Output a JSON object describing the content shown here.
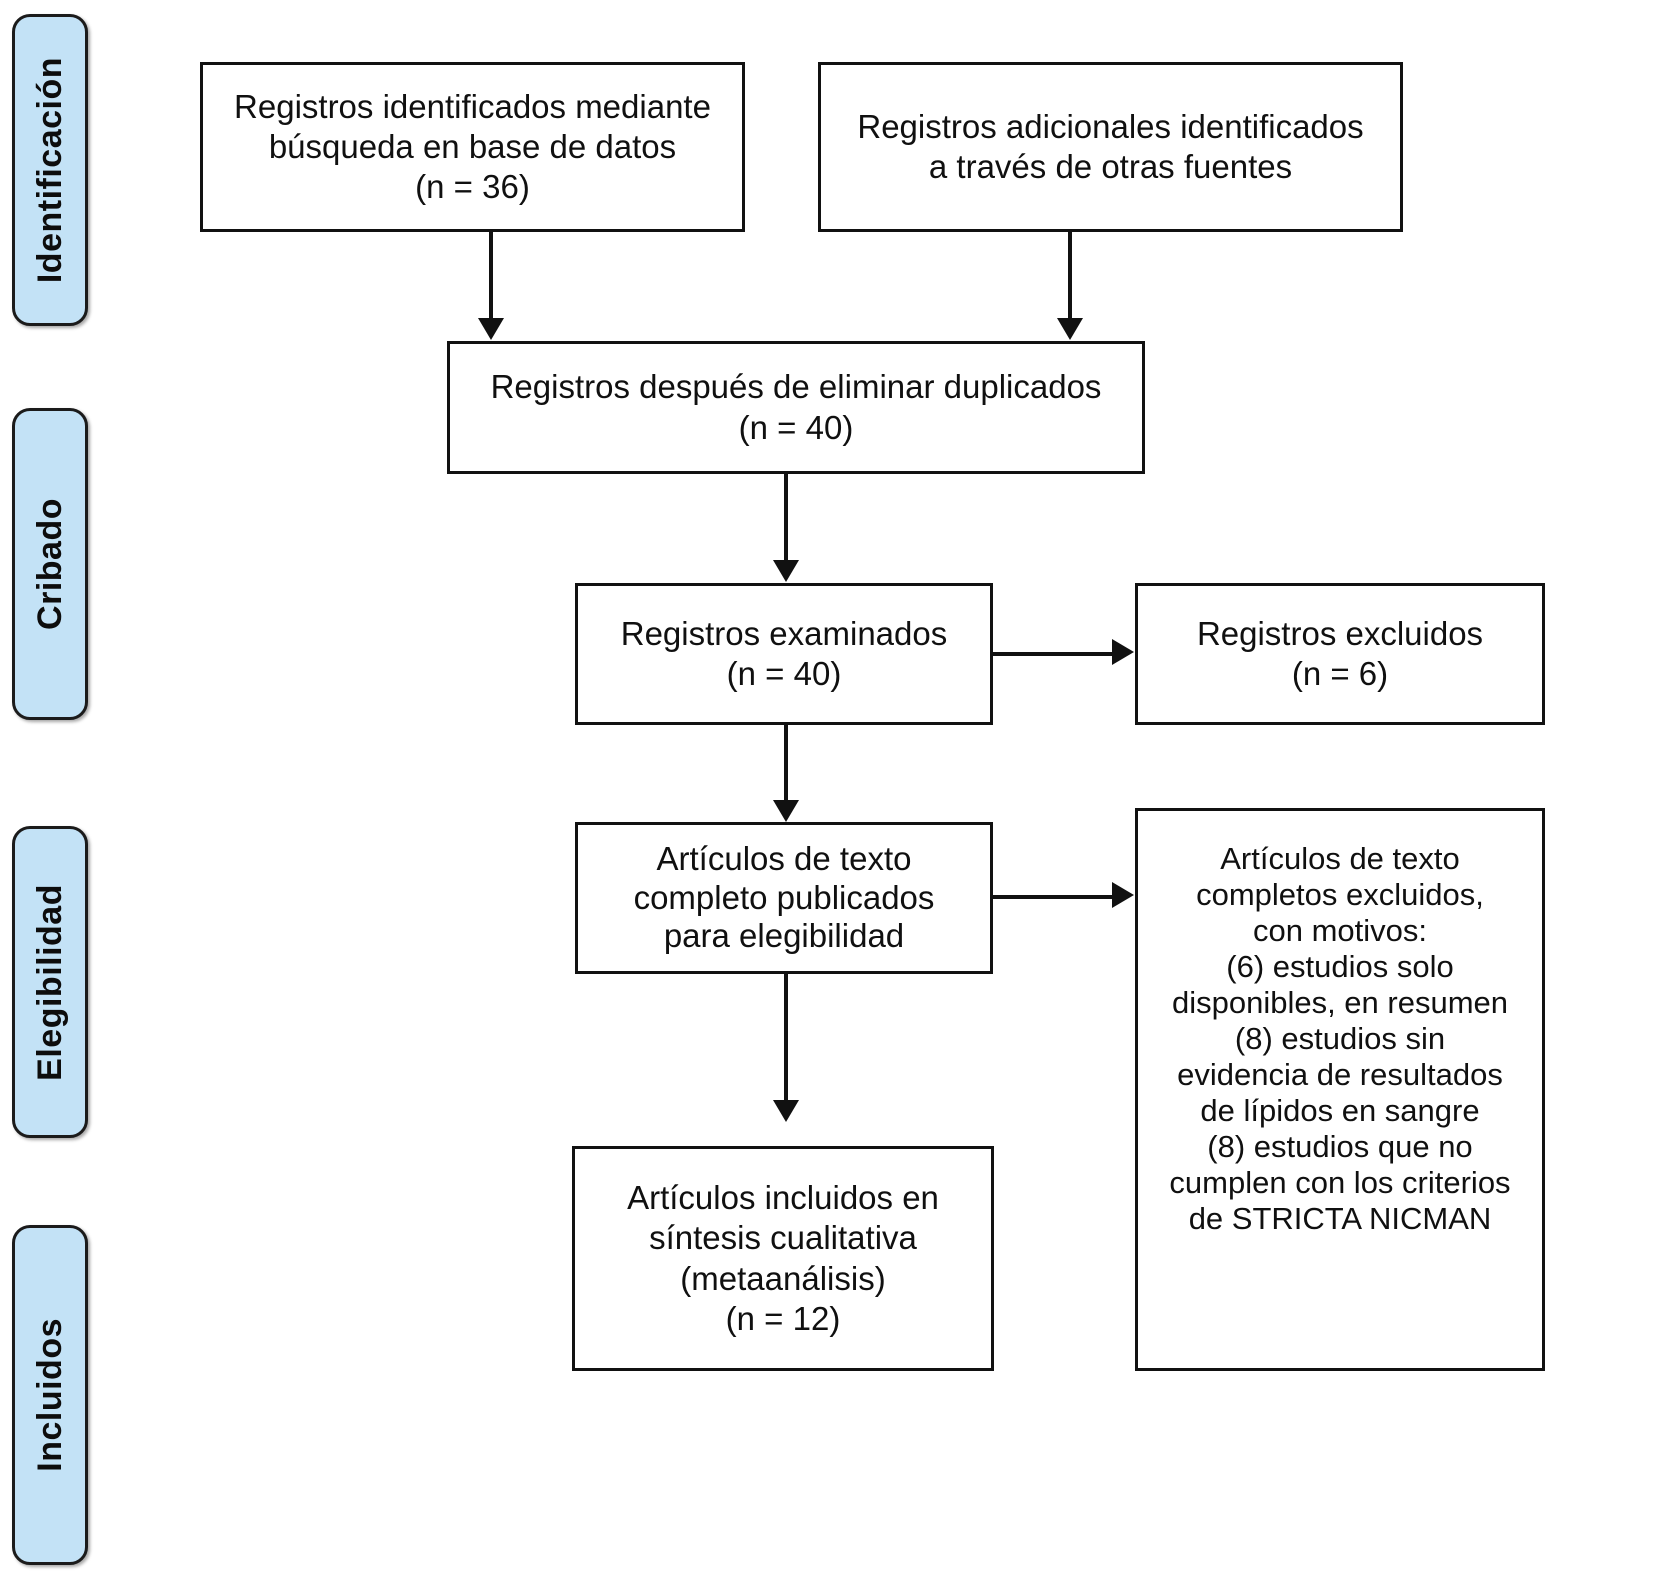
{
  "diagram": {
    "title": "PRISMA flow diagram",
    "accent_color": "#c3e2f6",
    "line_color": "#111111",
    "stages": [
      {
        "id": "identificacion",
        "label": "Identificación"
      },
      {
        "id": "cribado",
        "label": "Cribado"
      },
      {
        "id": "elegibilidad",
        "label": "Elegibilidad"
      },
      {
        "id": "incluidos",
        "label": "Incluidos"
      }
    ],
    "boxes": {
      "db_records": {
        "text": "Registros identificados mediante\nbúsqueda en base de datos\n(n = 36)",
        "count": 36
      },
      "other_records": {
        "text": "Registros adicionales identificados\na través de otras fuentes",
        "count": null
      },
      "after_duplicates": {
        "text": "Registros después de eliminar duplicados\n(n = 40)",
        "count": 40
      },
      "screened": {
        "text": "Registros examinados\n(n = 40)",
        "count": 40
      },
      "excluded": {
        "text": "Registros excluidos\n(n = 6)",
        "count": 6
      },
      "eligibility": {
        "text": "Artículos de texto\ncompleto publicados\npara elegibilidad",
        "count": null
      },
      "fulltext_excluded": {
        "text": "Artículos de texto\ncompletos excluidos,\ncon motivos:\n(6) estudios solo\ndisponibles, en resumen\n(8) estudios sin\nevidencia de resultados\nde lípidos en sangre\n(8) estudios que no\ncumplen con los criterios\nde STRICTA NICMAN",
        "reasons": [
          {
            "n": 6,
            "reason": "estudios solo disponibles, en resumen"
          },
          {
            "n": 8,
            "reason": "estudios sin evidencia de resultados de lípidos en sangre"
          },
          {
            "n": 8,
            "reason": "estudios que no cumplen con los criterios de STRICTA NICMAN"
          }
        ]
      },
      "included": {
        "text": "Artículos incluidos en\nsíntesis cualitativa\n(metaanálisis)\n(n = 12)",
        "count": 12
      }
    }
  }
}
